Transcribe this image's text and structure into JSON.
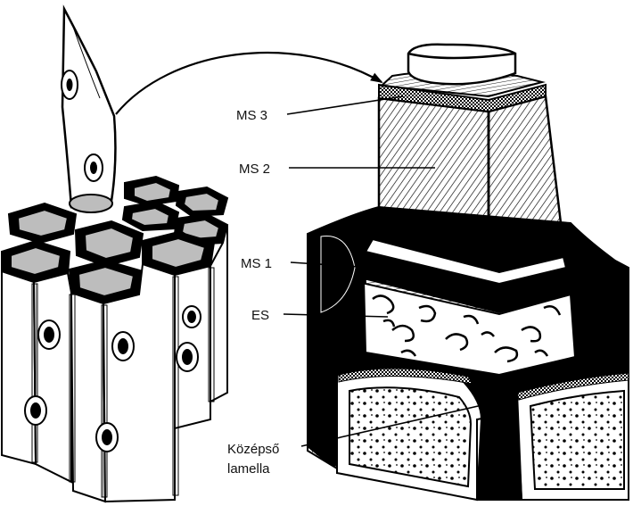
{
  "labels": {
    "ms3": "MS 3",
    "ms2": "MS 2",
    "ms1": "MS 1",
    "es": "ES",
    "middle_lamella_line1": "Középső",
    "middle_lamella_line2": "lamella"
  },
  "colors": {
    "ink": "#000000",
    "paper": "#ffffff",
    "lumen_gray": "#bdbdbd",
    "stipple_gray": "#c8c8c8"
  }
}
